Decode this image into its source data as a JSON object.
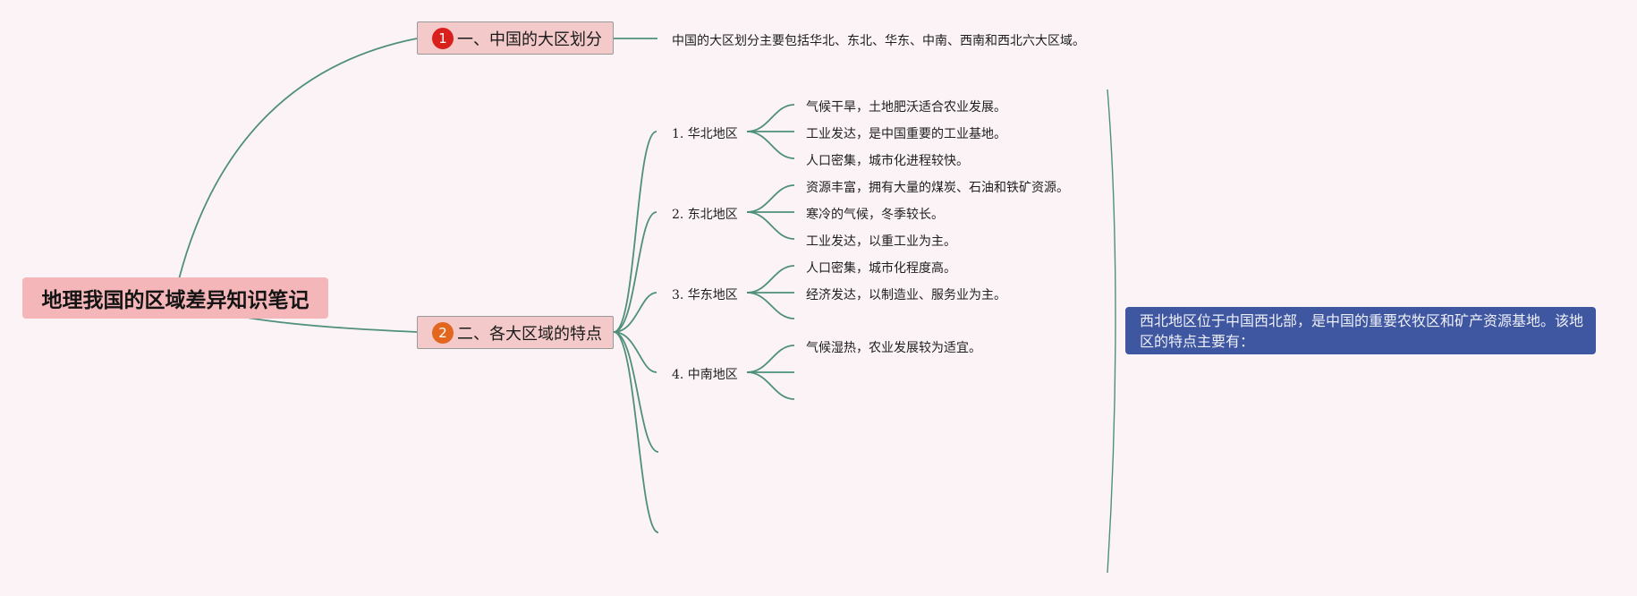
{
  "root": {
    "title": "地理我国的区域差异知识笔记"
  },
  "branches": [
    {
      "number": "1",
      "title": "一、中国的大区划分",
      "text": "中国的大区划分主要包括华北、东北、华东、中南、西南和西北六大区域。"
    },
    {
      "number": "2",
      "title": "二、各大区域的特点",
      "regions": [
        {
          "label": "1. 华北地区",
          "points": [
            "气候干旱，土地肥沃适合农业发展。",
            "工业发达，是中国重要的工业基地。",
            "人口密集，城市化进程较快。"
          ]
        },
        {
          "label": "2. 东北地区",
          "points": [
            "资源丰富，拥有大量的煤炭、石油和铁矿资源。",
            "寒冷的气候，冬季较长。",
            "工业发达，以重工业为主。"
          ]
        },
        {
          "label": "3. 华东地区",
          "points": [
            "人口密集，城市化程度高。",
            "经济发达，以制造业、服务业为主。",
            ""
          ]
        },
        {
          "label": "4. 中南地区",
          "points": [
            "气候湿热，农业发展较为适宜。",
            "",
            ""
          ]
        }
      ]
    }
  ],
  "callout": {
    "text": "西北地区位于中国西北部，是中国的重要农牧区和矿产资源基地。该地区的特点主要有："
  },
  "colors": {
    "line": "#4f8f7b",
    "root_fill": "#f4b6b8",
    "callout_fill": "#3f56a0",
    "num1": "#d8211c",
    "num2": "#e2661e"
  }
}
